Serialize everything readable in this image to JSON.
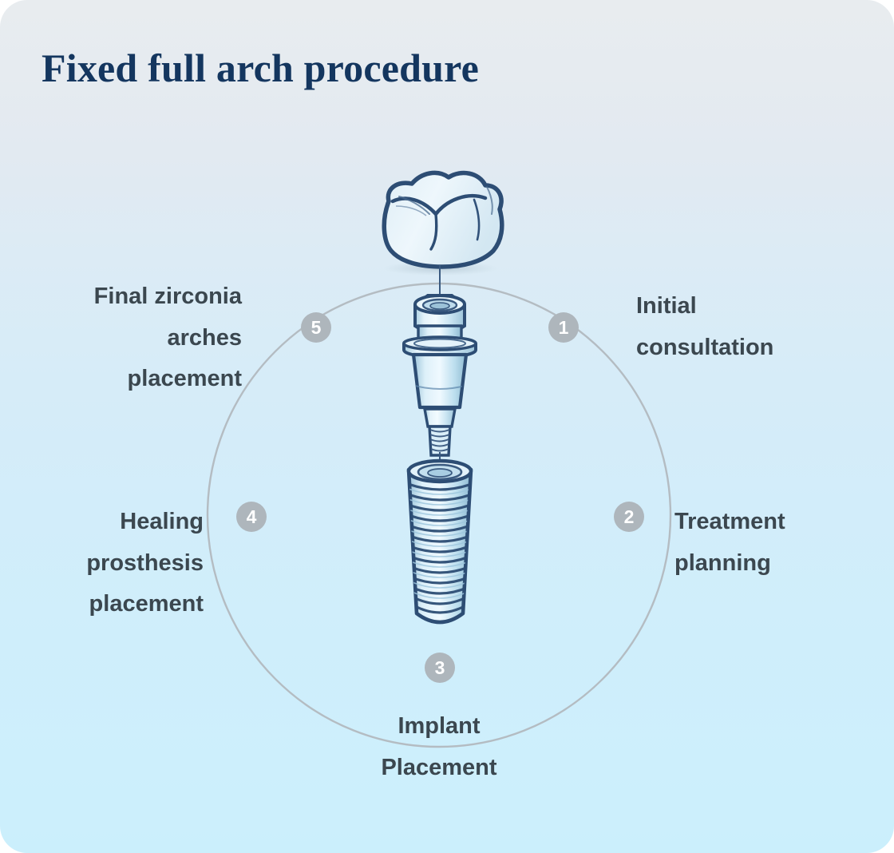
{
  "card": {
    "background_top": "#e8ecef",
    "background_bottom": "#cbeffc",
    "corner_radius": "34px"
  },
  "header": {
    "title": "Fixed full arch procedure",
    "title_color": "#14365f"
  },
  "diagram": {
    "type": "circular-process",
    "ring_color": "#b4bcc2",
    "marker_fill": "#aeb6bc",
    "marker_text_color": "#ffffff",
    "label_color": "#3b474f",
    "center_illustration": {
      "name": "dental-implant-exploded-view",
      "parts": [
        "crown",
        "abutment",
        "implant-screw"
      ],
      "outline_color": "#2d4d74",
      "fill_color": "#cfe9f5"
    },
    "steps": [
      {
        "number": "1",
        "label": "Initial\nconsultation",
        "side": "right",
        "angle_deg": -60
      },
      {
        "number": "2",
        "label": "Treatment\nplanning",
        "side": "right",
        "angle_deg": 0
      },
      {
        "number": "3",
        "label": "Implant\nPlacement",
        "side": "bottom",
        "angle_deg": 75
      },
      {
        "number": "4",
        "label": "Healing\nprosthesis\nplacement",
        "side": "left",
        "angle_deg": 180
      },
      {
        "number": "5",
        "label": "Final zirconia\narches\nplacement",
        "side": "left",
        "angle_deg": -120
      }
    ]
  }
}
